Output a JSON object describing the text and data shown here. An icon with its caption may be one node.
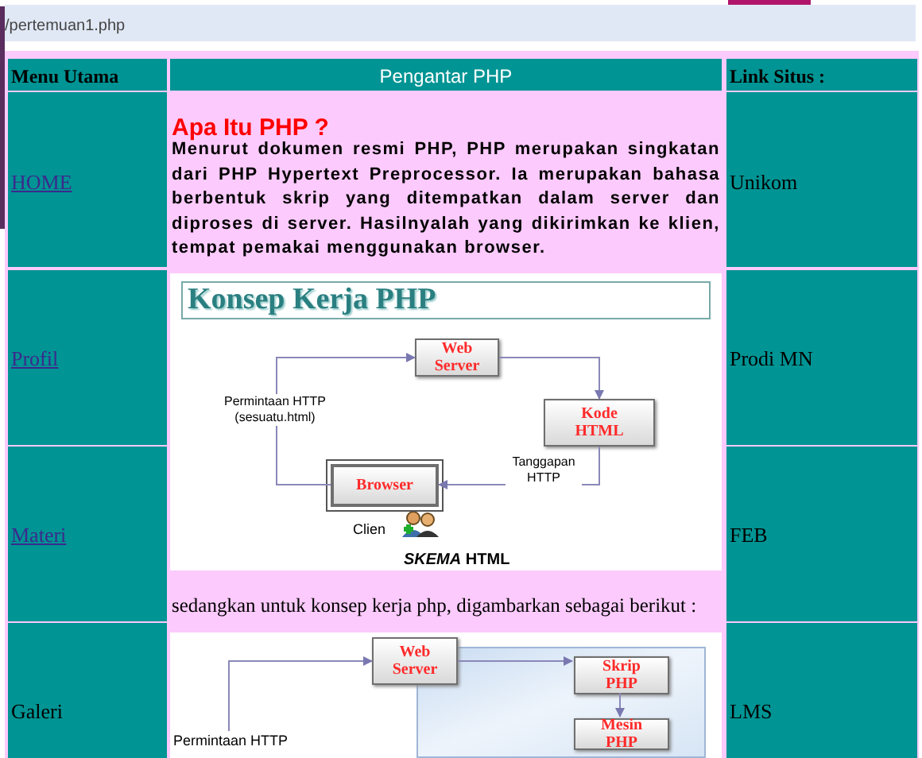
{
  "diagram": {
    "nodes": [
      {
        "text": [
          "Web Server"
        ]
      },
      {
        "text": [
          "Kode HTML"
        ]
      },
      {
        "text": [
          "Browser"
        ]
      },
      {
        "text": [
          "Web Server"
        ]
      },
      {
        "text": [],
        "shape": "box"
      },
      {
        "text": [
          "Skrip PHP"
        ],
        "in": 4
      },
      {
        "text": [
          "Mesin PHP"
        ],
        "in": 4
      },
      {
        "text": [
          "Permintaan HTTP"
        ]
      }
    ],
    "edges": [
      {
        "from": 2,
        "to": 0,
        "arrow": "to",
        "label": "Permintaan HTTP (sesuatu.html)"
      },
      {
        "from": 0,
        "to": 1,
        "arrow": "to"
      },
      {
        "from": 1,
        "to": 2,
        "arrow": "to",
        "label": "Tanggapan HTTP"
      },
      {
        "from": 3,
        "to": 5,
        "arrow": "to"
      },
      {
        "from": 5,
        "to": 6,
        "arrow": "to"
      },
      {
        "from": 7,
        "to": 3,
        "arrow": "to"
      }
    ],
    "labels": [
      "/pertemuan1.php",
      "Menu Utama",
      "Pengantar PHP",
      "Link Situs :",
      "HOME",
      "Apa Itu PHP ?",
      "Menurut dokumen resmi PHP, PHP merupakan singkatan dari PHP Hypertext Preprocessor. Ia merupakan bahasa berbentuk skrip yang ditempatkan dalam server dan diproses di server. Hasilnyalah yang dikirimkan ke klien, tempat pemakai menggunakan browser.",
      "Unikom",
      "Konsep Kerja PHP",
      "Profil",
      "Prodi MN",
      "Clien",
      "*SKEMA* HTML",
      "Materi",
      "sedangkan untuk konsep kerja php, digambarkan sebagai berikut :",
      "FEB",
      "Galeri",
      "LMS"
    ]
  }
}
